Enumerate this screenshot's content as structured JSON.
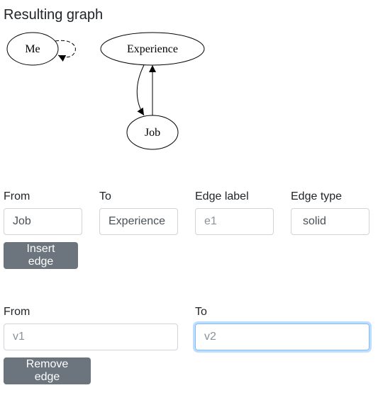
{
  "heading": "Resulting graph",
  "graph": {
    "nodes": {
      "me": "Me",
      "experience": "Experience",
      "job": "Job"
    }
  },
  "insert_form": {
    "from_label": "From",
    "to_label": "To",
    "edge_label_label": "Edge label",
    "edge_type_label": "Edge type",
    "from_value": "Job",
    "to_value": "Experience",
    "edge_label_value": "",
    "edge_label_placeholder": "e1",
    "edge_type_value": "solid",
    "button_label": "Insert edge"
  },
  "remove_form": {
    "from_label": "From",
    "to_label": "To",
    "from_value": "",
    "from_placeholder": "v1",
    "to_value": "",
    "to_placeholder": "v2",
    "button_label": "Remove edge"
  }
}
